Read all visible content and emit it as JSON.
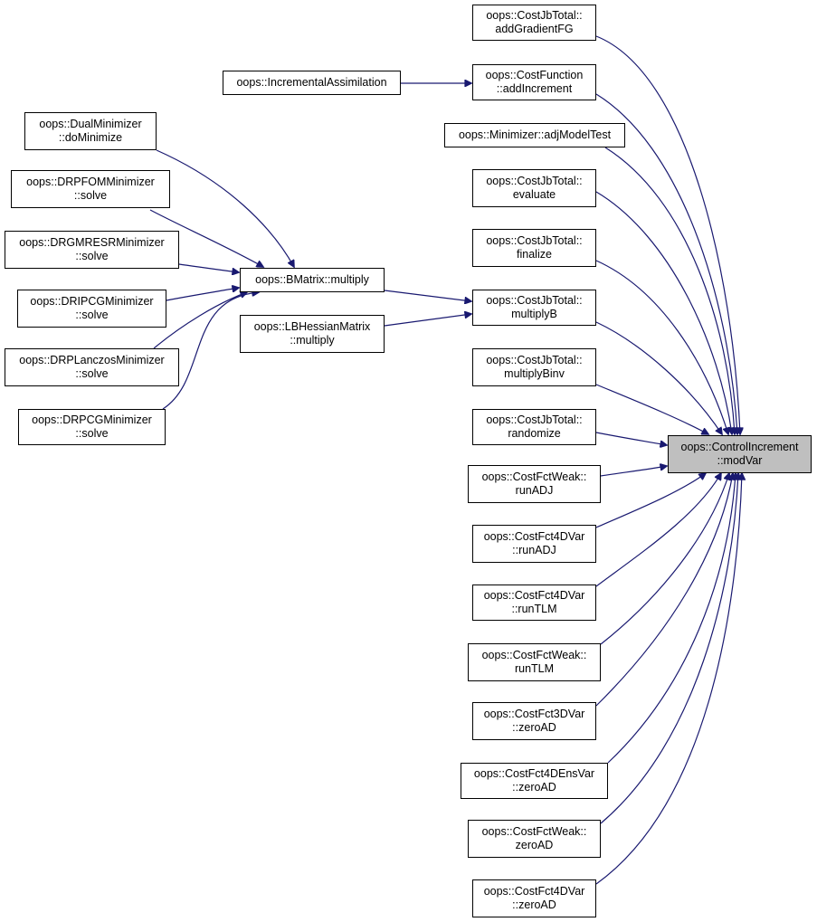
{
  "colors": {
    "edge": "#191970",
    "node_border": "#000000",
    "node_fill": "#ffffff",
    "target_fill": "#bfbfbf"
  },
  "diagram": {
    "target": {
      "id": "modvar",
      "lines": [
        "oops::ControlIncrement",
        "::modVar"
      ]
    },
    "nodes": [
      {
        "id": "addGradientFG",
        "lines": [
          "oops::CostJbTotal::",
          "addGradientFG"
        ]
      },
      {
        "id": "incrAssim",
        "lines": [
          "oops::IncrementalAssimilation"
        ]
      },
      {
        "id": "addIncrement",
        "lines": [
          "oops::CostFunction",
          "::addIncrement"
        ]
      },
      {
        "id": "adjModelTest",
        "lines": [
          "oops::Minimizer::adjModelTest"
        ]
      },
      {
        "id": "dualMin",
        "lines": [
          "oops::DualMinimizer",
          "::doMinimize"
        ]
      },
      {
        "id": "evaluate",
        "lines": [
          "oops::CostJbTotal::",
          "evaluate"
        ]
      },
      {
        "id": "drpfom",
        "lines": [
          "oops::DRPFOMMinimizer",
          "::solve"
        ]
      },
      {
        "id": "finalize",
        "lines": [
          "oops::CostJbTotal::",
          "finalize"
        ]
      },
      {
        "id": "drgmresr",
        "lines": [
          "oops::DRGMRESRMinimizer",
          "::solve"
        ]
      },
      {
        "id": "bmatrix",
        "lines": [
          "oops::BMatrix::multiply"
        ]
      },
      {
        "id": "multiplyB",
        "lines": [
          "oops::CostJbTotal::",
          "multiplyB"
        ]
      },
      {
        "id": "dripcg",
        "lines": [
          "oops::DRIPCGMinimizer",
          "::solve"
        ]
      },
      {
        "id": "lbhessian",
        "lines": [
          "oops::LBHessianMatrix",
          "::multiply"
        ]
      },
      {
        "id": "drplanczos",
        "lines": [
          "oops::DRPLanczosMinimizer",
          "::solve"
        ]
      },
      {
        "id": "multiplyBinv",
        "lines": [
          "oops::CostJbTotal::",
          "multiplyBinv"
        ]
      },
      {
        "id": "drpcg",
        "lines": [
          "oops::DRPCGMinimizer",
          "::solve"
        ]
      },
      {
        "id": "randomize",
        "lines": [
          "oops::CostJbTotal::",
          "randomize"
        ]
      },
      {
        "id": "runADJweak",
        "lines": [
          "oops::CostFctWeak::",
          "runADJ"
        ]
      },
      {
        "id": "runADJ4d",
        "lines": [
          "oops::CostFct4DVar",
          "::runADJ"
        ]
      },
      {
        "id": "runTLM4d",
        "lines": [
          "oops::CostFct4DVar",
          "::runTLM"
        ]
      },
      {
        "id": "runTLMweak",
        "lines": [
          "oops::CostFctWeak::",
          "runTLM"
        ]
      },
      {
        "id": "zeroAD3d",
        "lines": [
          "oops::CostFct3DVar",
          "::zeroAD"
        ]
      },
      {
        "id": "zeroADens",
        "lines": [
          "oops::CostFct4DEnsVar",
          "::zeroAD"
        ]
      },
      {
        "id": "zeroADweak",
        "lines": [
          "oops::CostFctWeak::",
          "zeroAD"
        ]
      },
      {
        "id": "zeroAD4d",
        "lines": [
          "oops::CostFct4DVar",
          "::zeroAD"
        ]
      }
    ]
  }
}
